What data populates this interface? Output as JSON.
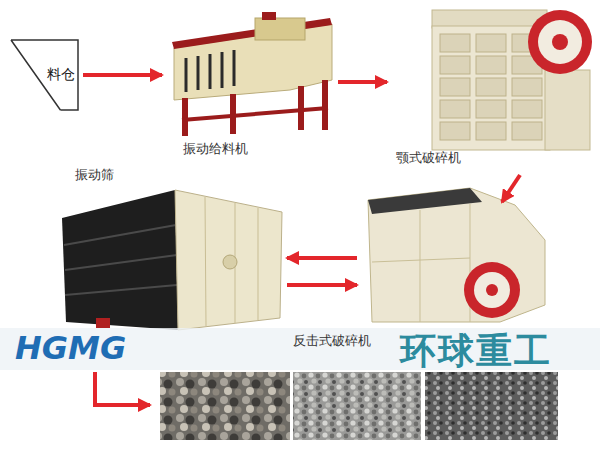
{
  "diagram": {
    "nodes": [
      {
        "text": [
          "料仓"
        ]
      },
      {
        "text": [
          "振动给料机"
        ]
      },
      {
        "text": [
          "颚式破碎机"
        ]
      },
      {
        "text": [
          "振动筛"
        ]
      },
      {
        "text": [
          "反击式破碎机"
        ]
      }
    ],
    "edges": [
      {
        "from": 0,
        "to": 1,
        "arrow": "to"
      },
      {
        "from": 1,
        "to": 2,
        "arrow": "to"
      },
      {
        "from": 2,
        "to": 4,
        "arrow": "to"
      },
      {
        "from": 4,
        "to": 3,
        "arrow": "to"
      },
      {
        "from": 3,
        "to": 4,
        "arrow": "to"
      }
    ],
    "labels": [
      "HGMG",
      "环球重工"
    ]
  }
}
